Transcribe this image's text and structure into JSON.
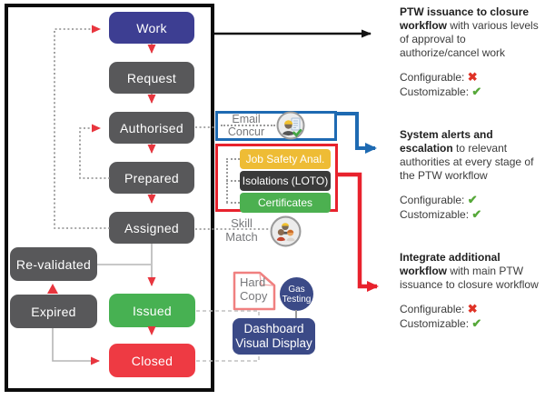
{
  "flowchart": {
    "nodes": [
      {
        "id": "work",
        "label": "Work",
        "color": "#3d3e92"
      },
      {
        "id": "request",
        "label": "Request",
        "color": "#58585a"
      },
      {
        "id": "authorised",
        "label": "Authorised",
        "color": "#58585a"
      },
      {
        "id": "prepared",
        "label": "Prepared",
        "color": "#58585a"
      },
      {
        "id": "assigned",
        "label": "Assigned",
        "color": "#58585a"
      },
      {
        "id": "revalidated",
        "label": "Re-validated",
        "color": "#58585a"
      },
      {
        "id": "expired",
        "label": "Expired",
        "color": "#58585a"
      },
      {
        "id": "issued",
        "label": "Issued",
        "color": "#47b152"
      },
      {
        "id": "closed",
        "label": "Closed",
        "color": "#ee3a43"
      }
    ]
  },
  "attachments": {
    "email_concur": {
      "line1": "Email",
      "line2": "Concur",
      "icon": "worker-approval-icon",
      "border_color": "#1e6ab2"
    },
    "checks": {
      "border_color": "#e8222d",
      "items": [
        {
          "label": "Job Safety Anal.",
          "color": "#eebc35"
        },
        {
          "label": "Isolations (LOTO)",
          "color": "#3a3a3a"
        },
        {
          "label": "Certificates",
          "color": "#4cb050"
        }
      ]
    },
    "skill_match": {
      "line1": "Skill",
      "line2": "Match",
      "icon": "workers-team-icon"
    },
    "hard_copy": {
      "line1": "Hard",
      "line2": "Copy"
    },
    "gas_testing": {
      "line1": "Gas",
      "line2": "Testing",
      "color": "#3b4a87"
    },
    "dashboard": {
      "line1": "Dashboard",
      "line2": "Visual Display",
      "color": "#3b4a87"
    }
  },
  "annotations": {
    "labels": {
      "configurable": "Configurable:",
      "customizable": "Customizable:"
    },
    "items": [
      {
        "bold": "PTW issuance to closure workflow",
        "rest": " with various levels of approval to authorize/cancel work",
        "configurable_mark": "✖",
        "configurable_color": "#df3226",
        "customizable_mark": "✔",
        "customizable_color": "#56a839"
      },
      {
        "bold": "System alerts and escalation",
        "rest": " to relevant authorities at every stage of the PTW workflow",
        "configurable_mark": "✔",
        "configurable_color": "#56a839",
        "customizable_mark": "✔",
        "customizable_color": "#56a839"
      },
      {
        "bold": "Integrate additional workflow",
        "rest": " with main PTW issuance to closure workflow",
        "configurable_mark": "✖",
        "configurable_color": "#df3226",
        "customizable_mark": "✔",
        "customizable_color": "#56a839"
      }
    ]
  }
}
